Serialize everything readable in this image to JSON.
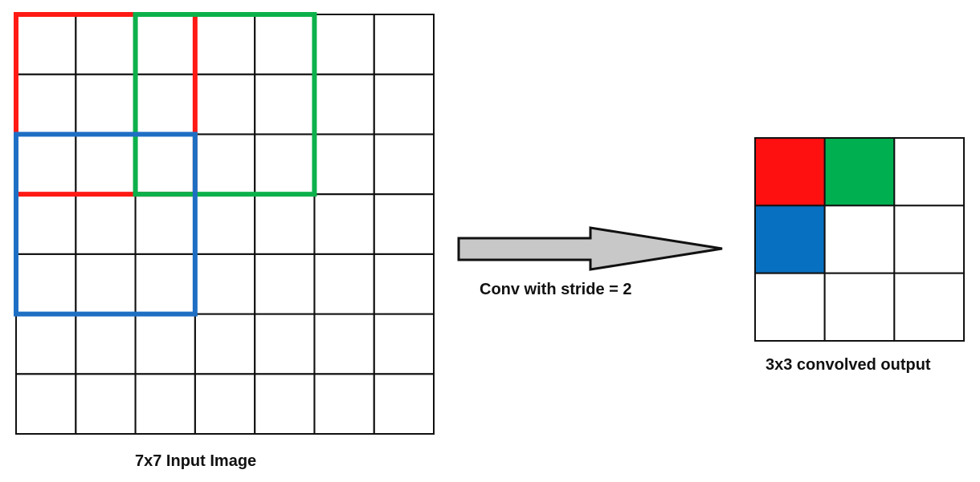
{
  "input_grid": {
    "caption": "7x7 Input Image",
    "rows": 7,
    "cols": 7,
    "windows": [
      {
        "row": 0,
        "col": 0,
        "size": 3,
        "color": "#ff1a14"
      },
      {
        "row": 0,
        "col": 2,
        "size": 3,
        "color": "#0db14b"
      },
      {
        "row": 2,
        "col": 0,
        "size": 3,
        "color": "#1e6fc4"
      }
    ]
  },
  "operation": {
    "label": "Conv with stride = 2",
    "arrow_fill": "#c8c8c8",
    "arrow_stroke": "#111111"
  },
  "output_grid": {
    "caption": "3x3 convolved output",
    "rows": 3,
    "cols": 3,
    "filled_cells": [
      {
        "row": 0,
        "col": 0,
        "color": "#ff1010"
      },
      {
        "row": 0,
        "col": 1,
        "color": "#00b050"
      },
      {
        "row": 1,
        "col": 0,
        "color": "#0870c0"
      }
    ]
  },
  "colors": {
    "grid_line": "#111111"
  }
}
